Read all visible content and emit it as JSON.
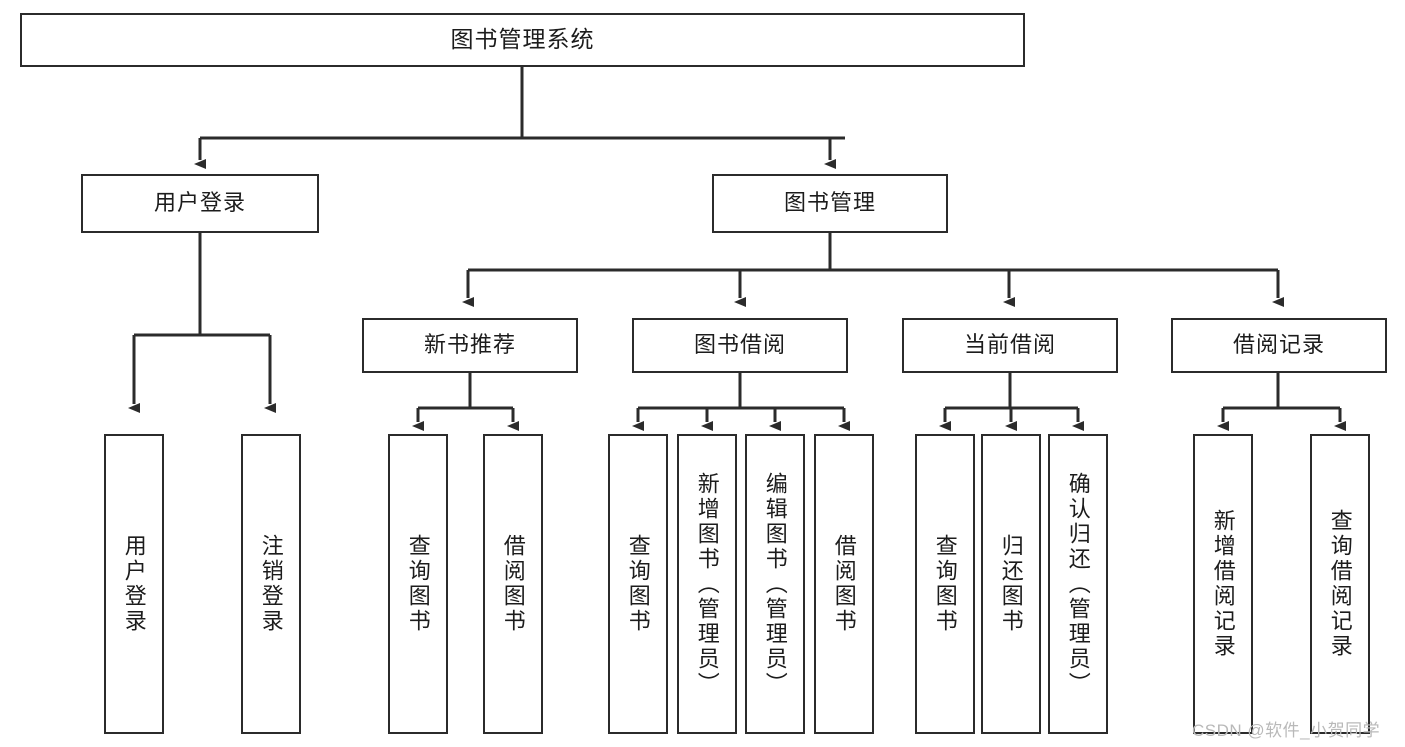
{
  "diagram": {
    "title": "图书管理系统",
    "type": "tree-hierarchy",
    "theme": {
      "stroke": "#2b2b2b",
      "fill": "#ffffff",
      "text": "#1c1c1c",
      "watermark_color": "#b9b9b9"
    },
    "root": {
      "label": "图书管理系统"
    },
    "level2": [
      {
        "label": "用户登录"
      },
      {
        "label": "图书管理"
      }
    ],
    "level3": [
      {
        "label": "新书推荐"
      },
      {
        "label": "图书借阅"
      },
      {
        "label": "当前借阅"
      },
      {
        "label": "借阅记录"
      }
    ],
    "leaves": {
      "user_login": [
        {
          "label": "用户登录"
        },
        {
          "label": "注销登录"
        }
      ],
      "new_book": [
        {
          "label": "查询图书"
        },
        {
          "label": "借阅图书"
        }
      ],
      "book_borrow": [
        {
          "label": "查询图书"
        },
        {
          "label": "新增图书（管理员）"
        },
        {
          "label": "编辑图书（管理员）"
        },
        {
          "label": "借阅图书"
        }
      ],
      "current_borrow": [
        {
          "label": "查询图书"
        },
        {
          "label": "归还图书"
        },
        {
          "label": "确认归还（管理员）"
        }
      ],
      "borrow_record": [
        {
          "label": "新增借阅记录"
        },
        {
          "label": "查询借阅记录"
        }
      ]
    }
  },
  "watermark": {
    "text": "CSDN @软件_小贺同学"
  }
}
